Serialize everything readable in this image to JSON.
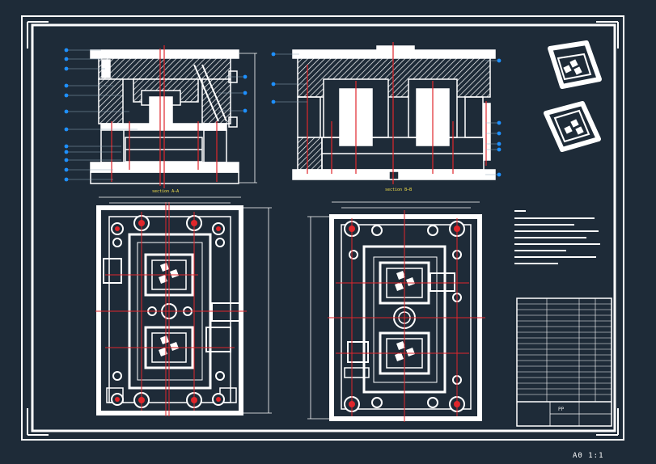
{
  "drawing": {
    "section_label_a": "section A–A",
    "section_label_b": "section B–B",
    "scale_note": "A0  1:1",
    "title_block_material": "PP",
    "colors": {
      "background": "#1e2b38",
      "lines": "#ffffff",
      "centerline": "#e0262b",
      "leader_dot": "#1e90ff",
      "dimension": "#f5e14a"
    }
  }
}
